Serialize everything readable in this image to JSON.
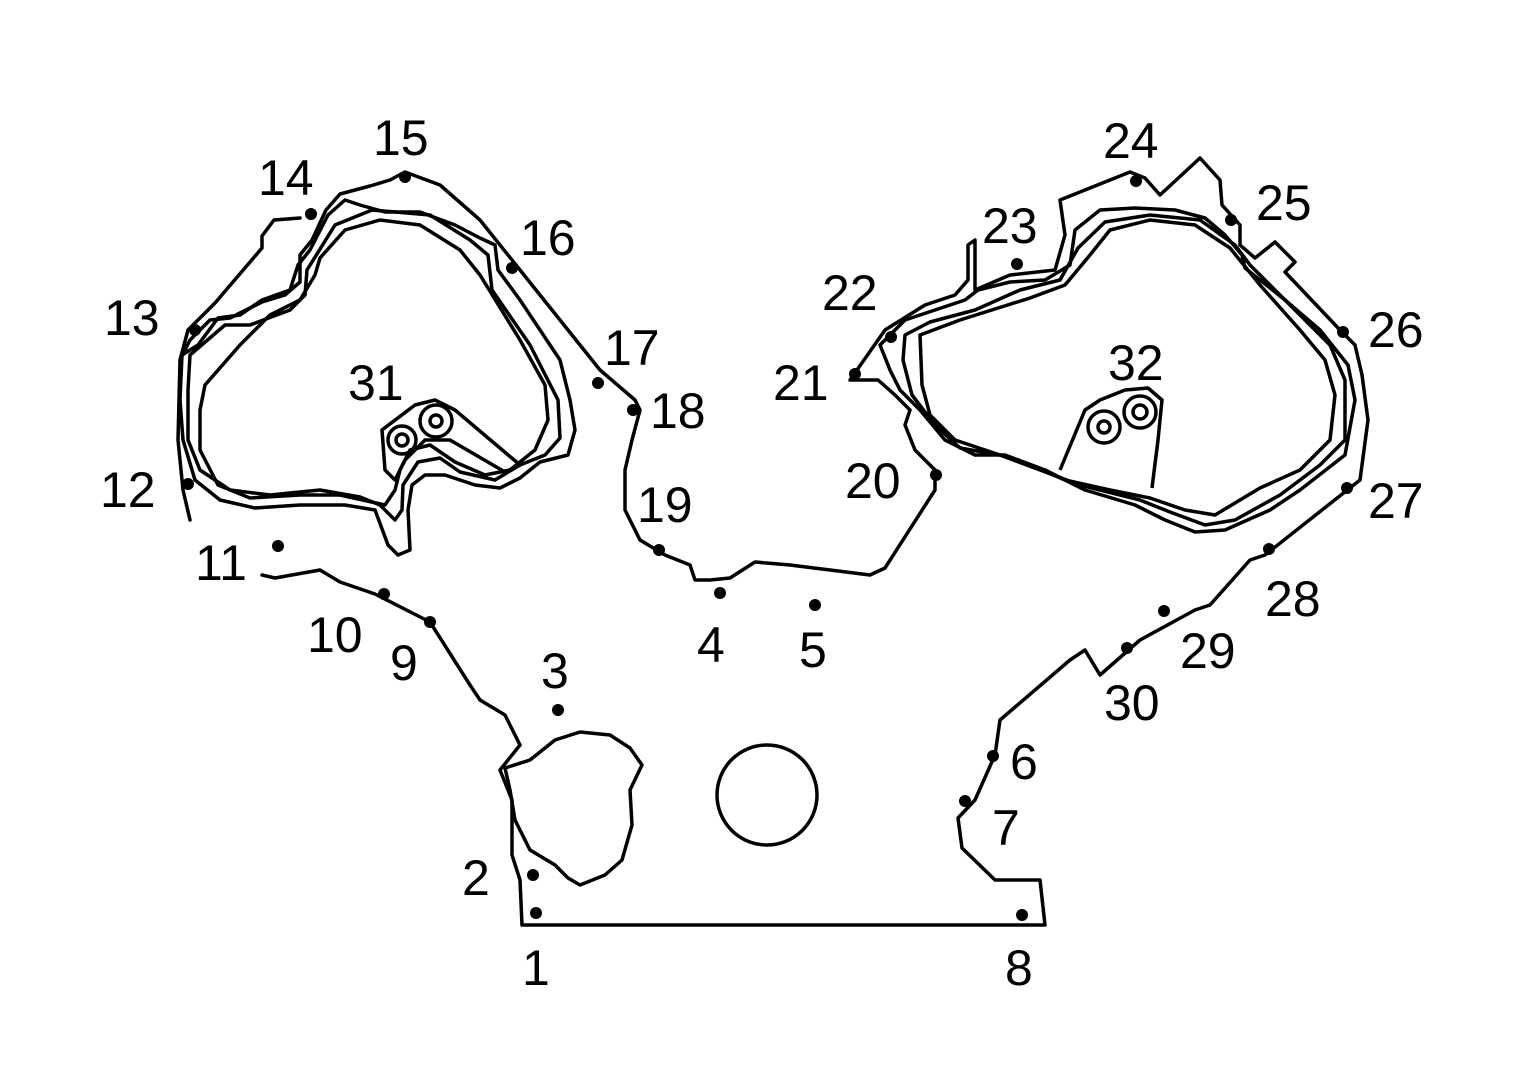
{
  "labels": [
    "1",
    "2",
    "3",
    "4",
    "5",
    "6",
    "7",
    "8",
    "9",
    "10",
    "11",
    "12",
    "13",
    "14",
    "15",
    "16",
    "17",
    "18",
    "19",
    "20",
    "21",
    "22",
    "23",
    "24",
    "25",
    "26",
    "27",
    "28",
    "29",
    "30",
    "31",
    "32"
  ],
  "colors": {
    "line": "#000000",
    "background": "#ffffff"
  }
}
